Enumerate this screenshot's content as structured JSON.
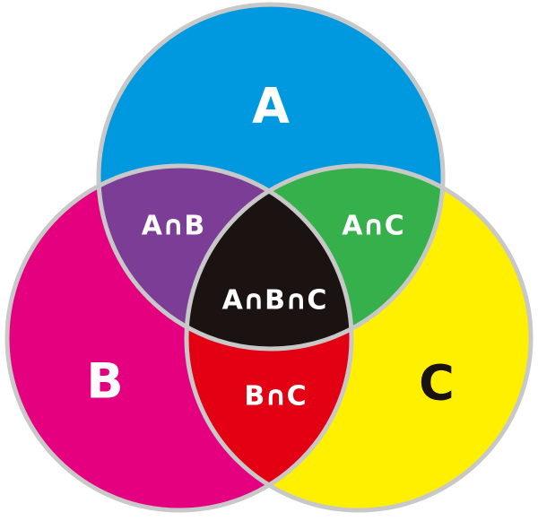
{
  "diagram": {
    "type": "venn-3",
    "regions": {
      "a": {
        "label": "A",
        "color": "#0099e0",
        "text_color": "#ffffff"
      },
      "b": {
        "label": "B",
        "color": "#e4007f",
        "text_color": "#ffffff"
      },
      "c": {
        "label": "C",
        "color": "#fff000",
        "text_color": "#1a1311"
      },
      "ab": {
        "label": "A∩B",
        "color": "#7b3d96",
        "text_color": "#ffffff"
      },
      "ac": {
        "label": "A∩C",
        "color": "#36b04a",
        "text_color": "#ffffff"
      },
      "bc": {
        "label": "B∩C",
        "color": "#e20012",
        "text_color": "#ffffff"
      },
      "abc": {
        "label": "A∩B∩C",
        "color": "#1a1311",
        "text_color": "#ffffff"
      }
    },
    "outline_color": "#c8c8c8",
    "background": "#ffffff"
  }
}
